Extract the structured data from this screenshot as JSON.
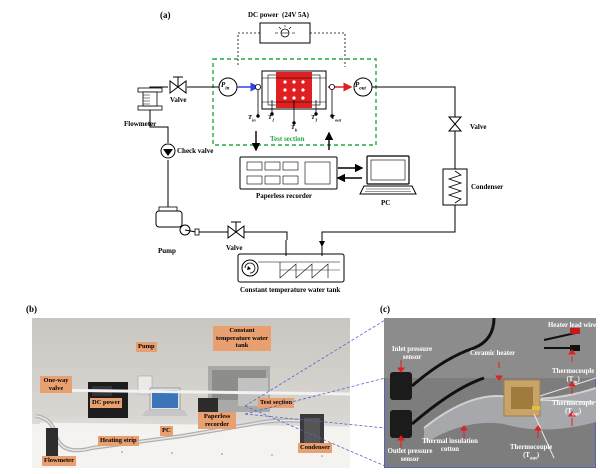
{
  "panel_a": {
    "label": "(a)",
    "dc_power": "DC power  (24V 5A)",
    "valve_left": "Valve",
    "flowmeter": "Flowmeter",
    "check_valve": "Check valve",
    "pump": "Pump",
    "valve_bottom": "Valve",
    "water_tank": "Constant temperature water tank",
    "p_in": "P",
    "p_in_sub": "in",
    "p_out": "P",
    "p_out_sub": "out",
    "t_in": "T",
    "t_in_sub": "in",
    "t1": "T",
    "t1_sub": "1",
    "tb": "T",
    "tb_sub": "b",
    "t3": "T",
    "t3_sub": "3",
    "t_out": "T",
    "t_out_sub": "out",
    "test_section": "Test section",
    "paperless_recorder": "Paperless recorder",
    "pc": "PC",
    "valve_right": "Valve",
    "condenser": "Condenser"
  },
  "panel_b": {
    "label": "(b)",
    "constant_tank": "Constant temperature water tank",
    "pump": "Pump",
    "one_way_valve": "One-way valve",
    "dc_power": "DC power",
    "paperless_recorder": "Paperless recorder",
    "test_section": "Test section",
    "heating_strip": "Heating strip",
    "pc": "PC",
    "flowmeter": "Flowmeter",
    "condenser": "Condenser"
  },
  "panel_c": {
    "label": "(c)",
    "heater_lead": "Heater lead wire",
    "inlet_pressure": "Inlet pressure sensor",
    "ceramic_heater": "Ceramic heater",
    "tc_in": "Thermocouple",
    "tc_in_sub": "(T",
    "tc_in_sub2": "in",
    "tc_in_end": ")",
    "thermal_cotton": "Thermal insulation cotton",
    "tc_mid": "Thermocouple",
    "tc_mid_sub": "(T",
    "tc_mid_sub2": "out",
    "tc_mid_end": ")",
    "tc_out": "Thermocouple",
    "tc_out_sub": "(T",
    "tc_out_sub2": "out",
    "tc_out_end": ")",
    "outlet_pressure": "Outlet pressure sensor"
  }
}
